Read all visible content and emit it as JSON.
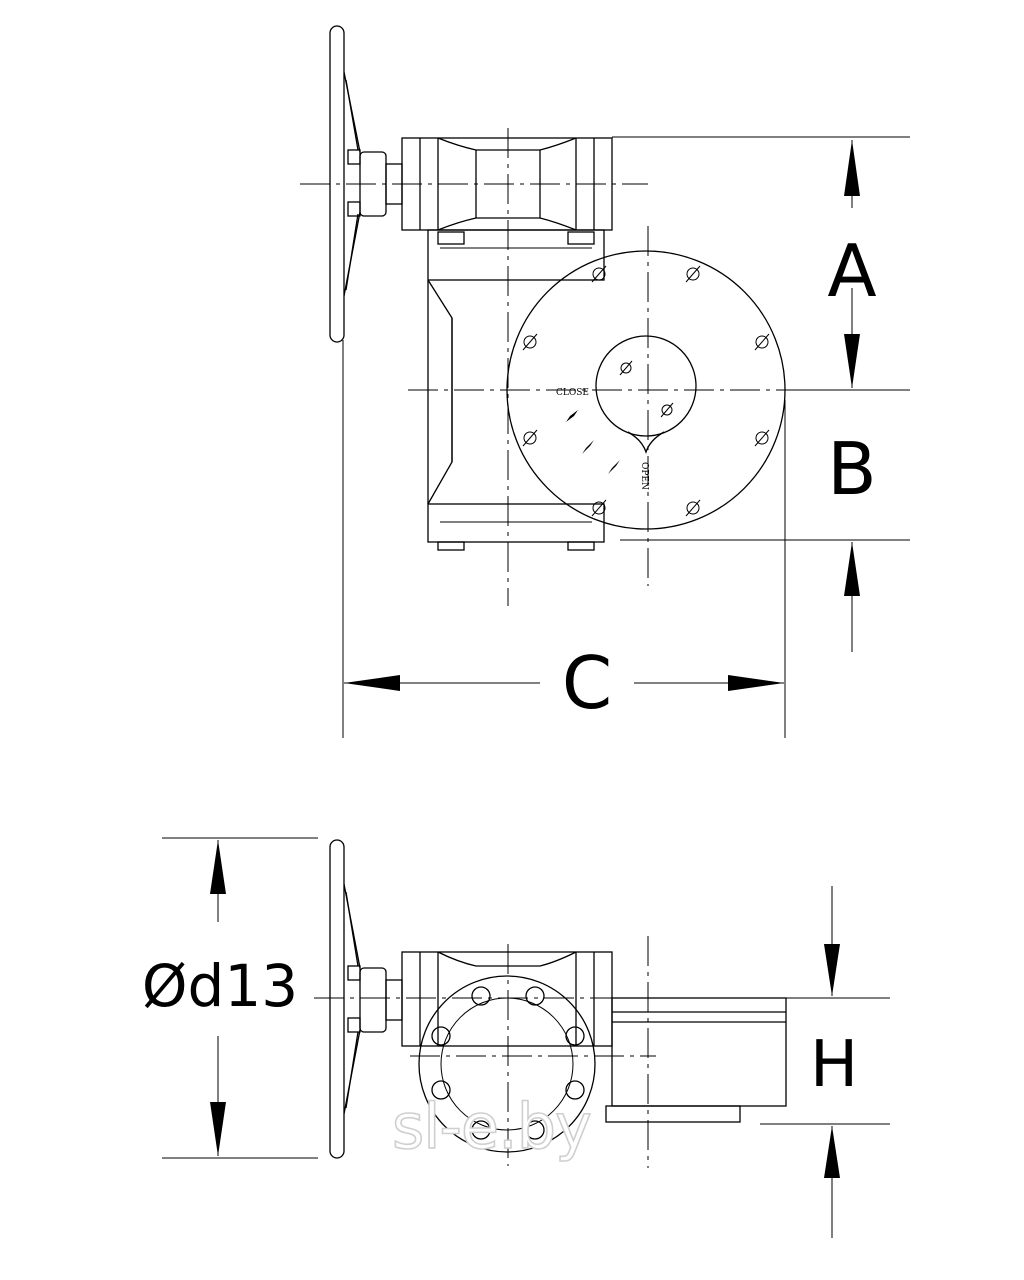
{
  "dimensions": {
    "a": "A",
    "b": "B",
    "c": "C",
    "h": "H",
    "diameter": "Ød13"
  },
  "markings": {
    "close": "CLOSE",
    "open": "OPEN"
  },
  "watermark": "sl-e.by"
}
